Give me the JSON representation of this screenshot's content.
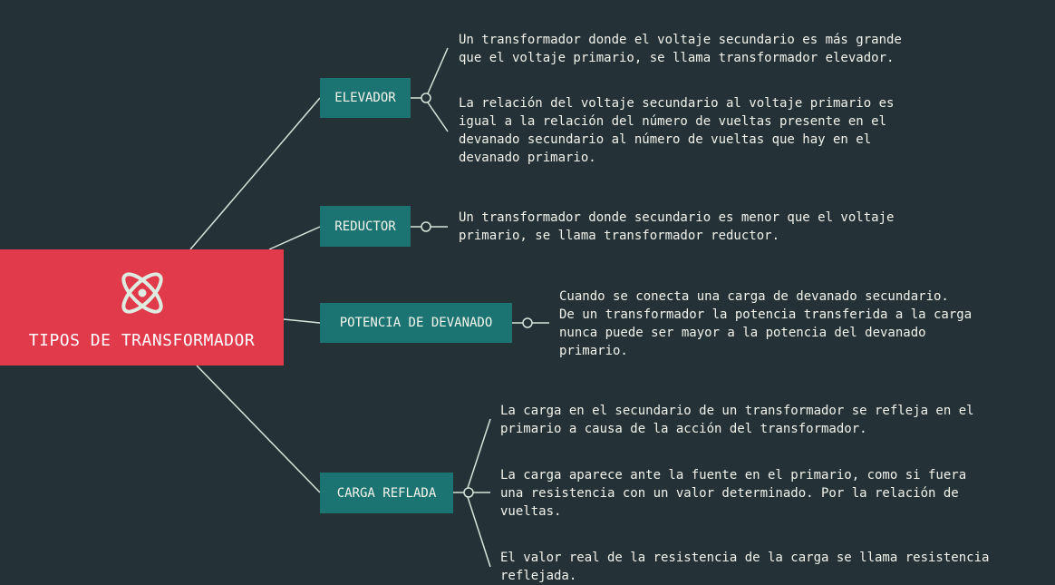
{
  "colors": {
    "background": "#243238",
    "root": "#E03A4B",
    "branch": "#1B7372",
    "line": "#D6E5DA",
    "text": "#F2F2EA"
  },
  "root": {
    "title": "TIPOS DE TRANSFORMADOR",
    "icon": "atom-icon"
  },
  "branches": [
    {
      "label": "ELEVADOR",
      "leaves": [
        "Un transformador donde el voltaje secundario es más grande\nque el voltaje primario, se llama transformador elevador.",
        "La relación del voltaje secundario al voltaje primario es\nigual a la relación del número de vueltas presente en el\ndevanado secundario al número de vueltas que hay en el\ndevanado primario."
      ]
    },
    {
      "label": "REDUCTOR",
      "leaves": [
        "Un transformador donde secundario es menor que el voltaje\nprimario, se llama transformador reductor."
      ]
    },
    {
      "label": "POTENCIA DE DEVANADO",
      "leaves": [
        "Cuando se conecta una carga de devanado secundario.\nDe un transformador la potencia transferida a la carga\nnunca puede ser mayor a la potencia del devanado\nprimario."
      ]
    },
    {
      "label": "CARGA REFLADA",
      "leaves": [
        "La carga en el secundario de un transformador se refleja en el\nprimario a causa de la acción del transformador.",
        "La carga aparece ante la fuente en el primario, como si fuera\nuna resistencia con un valor determinado. Por la relación de\nvueltas.",
        "El valor real de la resistencia de la carga se llama resistencia\nreflejada."
      ]
    }
  ]
}
